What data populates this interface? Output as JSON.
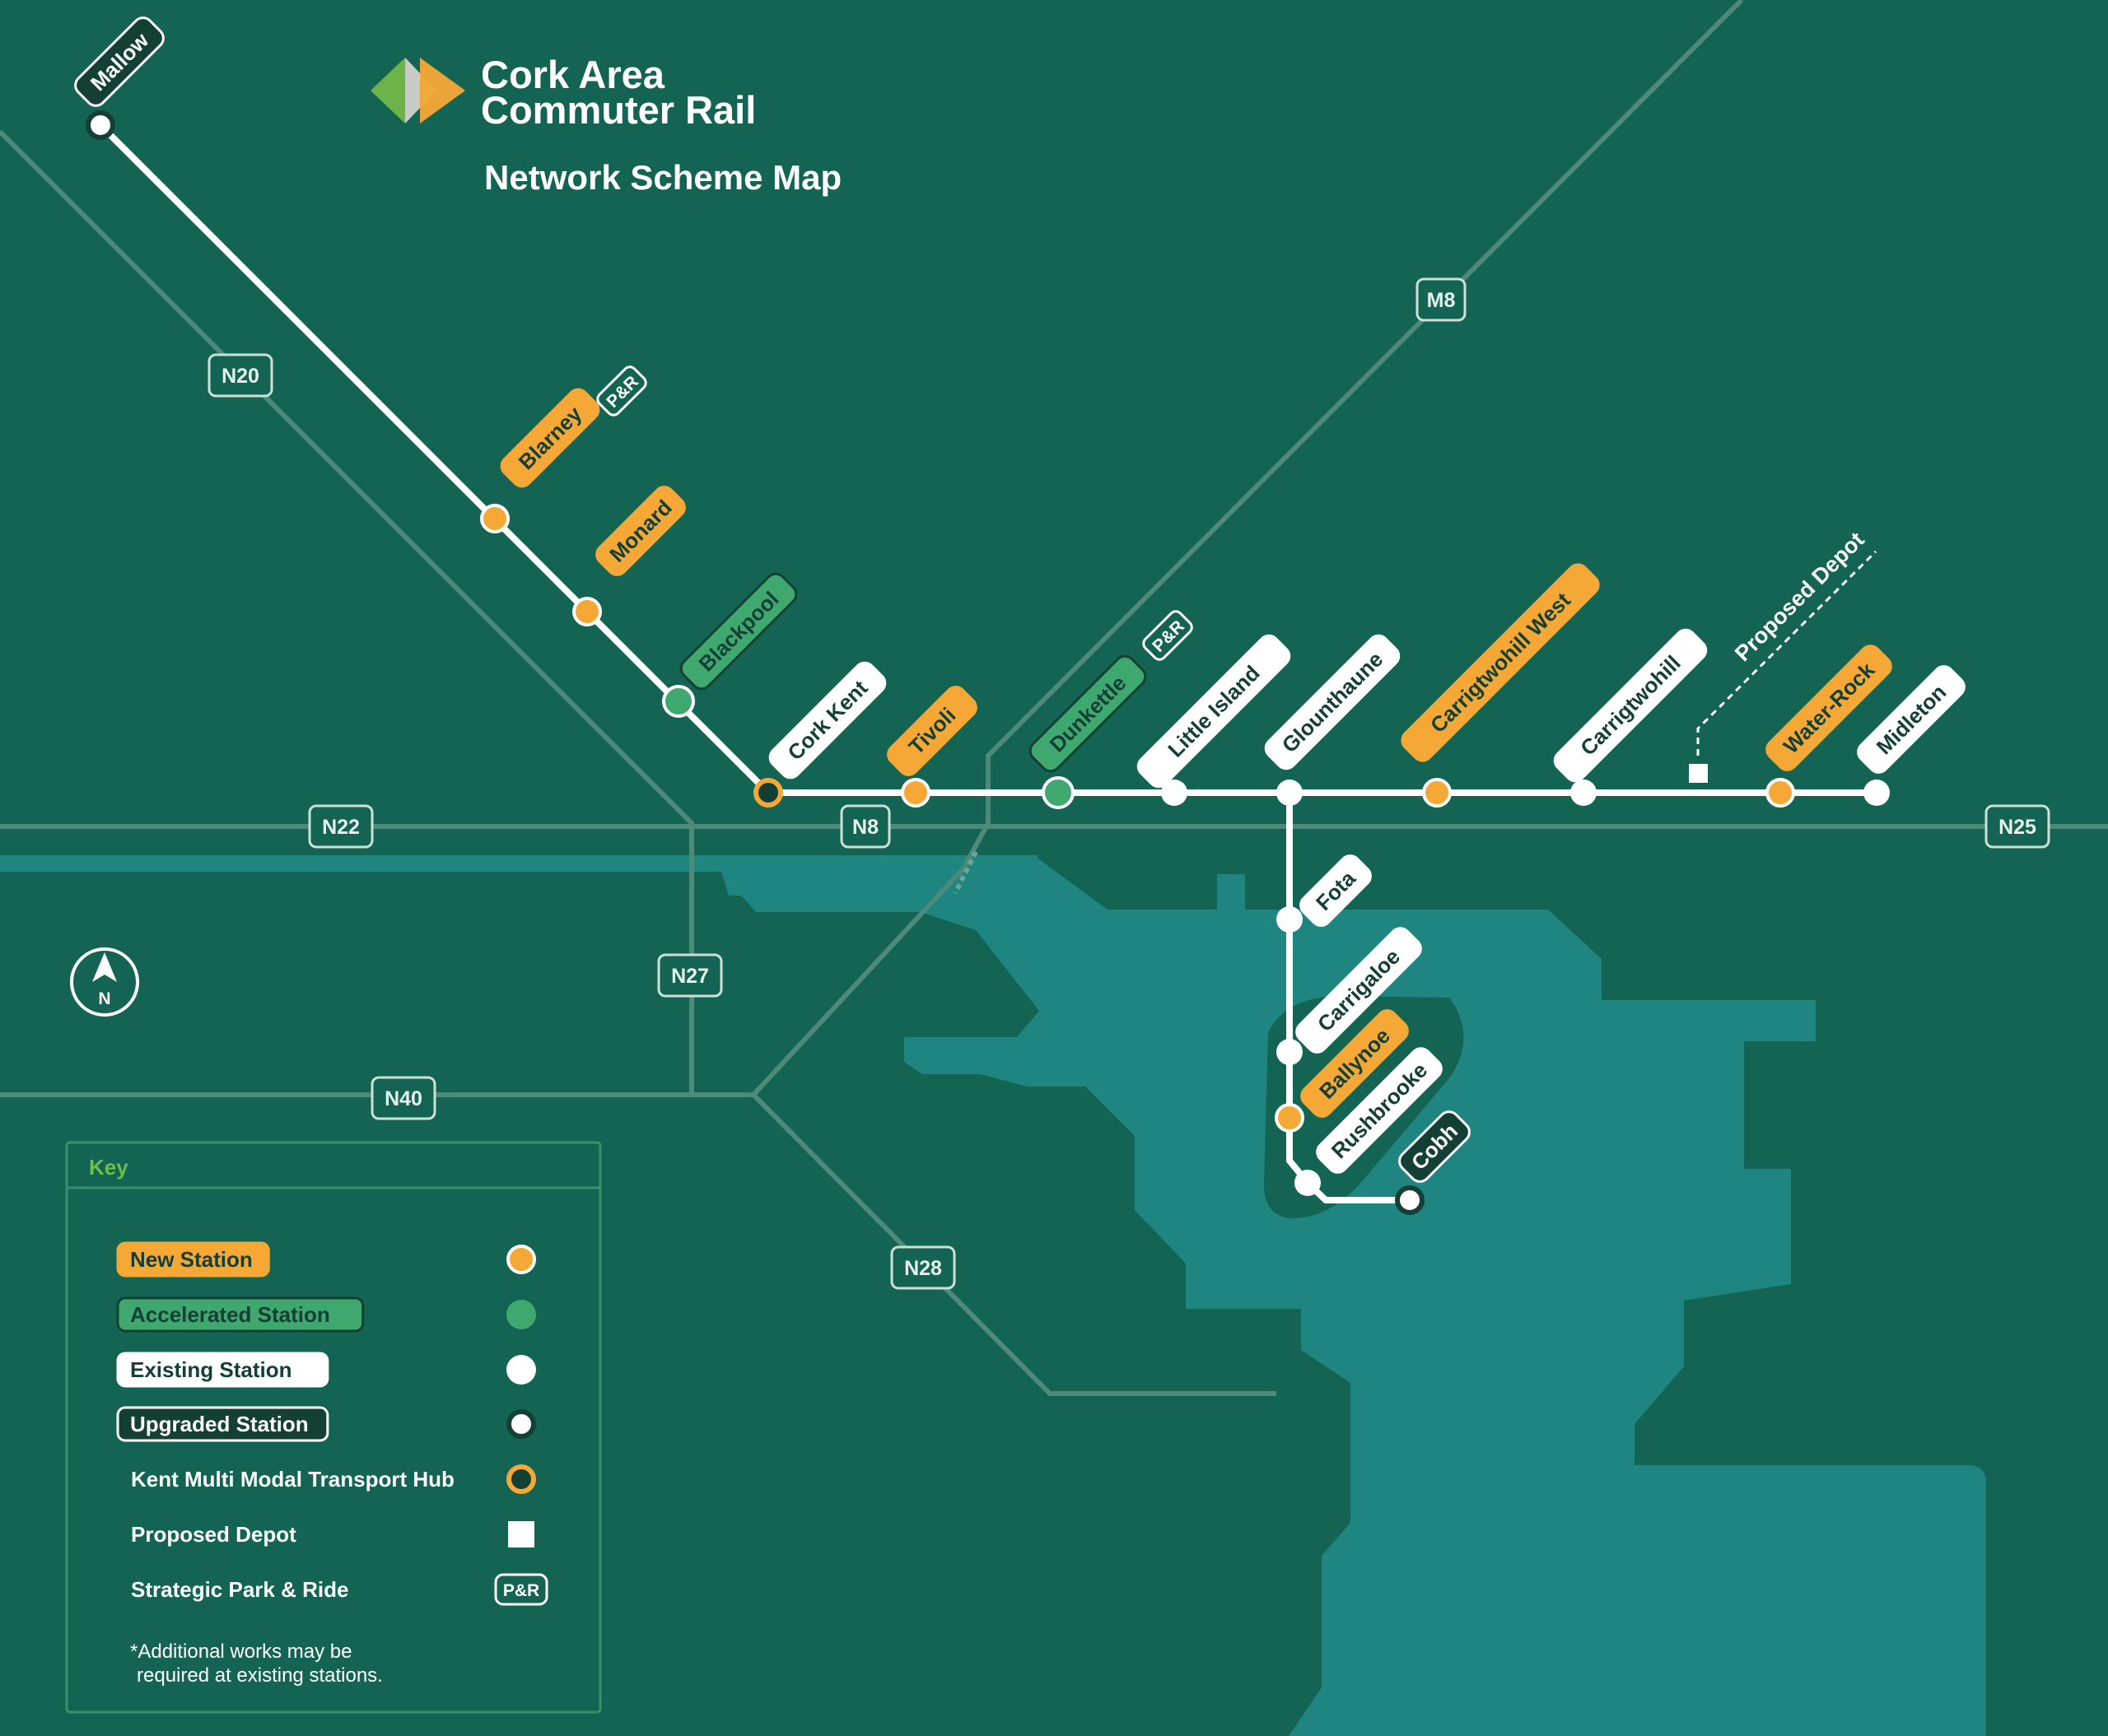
{
  "header": {
    "title_line1": "Cork Area",
    "title_line2": "Commuter Rail",
    "subtitle": "Network Scheme Map"
  },
  "colors": {
    "background": "#136452",
    "water": "#1e8580",
    "road": "#4d8a7a",
    "track": "#ffffff",
    "new_station": "#f5a836",
    "accelerated_station": "#3fa86f",
    "upgraded_station": "#143f35",
    "label_dark": "#143f35"
  },
  "compass": {
    "letter": "N"
  },
  "roads": [
    {
      "id": "N20",
      "label": "N20"
    },
    {
      "id": "M8",
      "label": "M8"
    },
    {
      "id": "N22",
      "label": "N22"
    },
    {
      "id": "N8",
      "label": "N8"
    },
    {
      "id": "N25",
      "label": "N25"
    },
    {
      "id": "N27",
      "label": "N27"
    },
    {
      "id": "N40",
      "label": "N40"
    },
    {
      "id": "N28",
      "label": "N28"
    }
  ],
  "stations": [
    {
      "id": "mallow",
      "name": "Mallow",
      "type": "upgraded"
    },
    {
      "id": "blarney",
      "name": "Blarney",
      "type": "new"
    },
    {
      "id": "monard",
      "name": "Monard",
      "type": "new"
    },
    {
      "id": "blackpool",
      "name": "Blackpool",
      "type": "accelerated"
    },
    {
      "id": "cork-kent",
      "name": "Cork Kent",
      "type": "hub"
    },
    {
      "id": "tivoli",
      "name": "Tivoli",
      "type": "new"
    },
    {
      "id": "dunkettle",
      "name": "Dunkettle",
      "type": "accelerated"
    },
    {
      "id": "little-island",
      "name": "Little Island",
      "type": "existing"
    },
    {
      "id": "glounthaune",
      "name": "Glounthaune",
      "type": "existing"
    },
    {
      "id": "carrigtwohill-west",
      "name": "Carrigtwohill West",
      "type": "new"
    },
    {
      "id": "carrigtwohill",
      "name": "Carrigtwohill",
      "type": "existing"
    },
    {
      "id": "water-rock",
      "name": "Water-Rock",
      "type": "new"
    },
    {
      "id": "midleton",
      "name": "Midleton",
      "type": "existing"
    },
    {
      "id": "fota",
      "name": "Fota",
      "type": "existing"
    },
    {
      "id": "carrigaloe",
      "name": "Carrigaloe",
      "type": "existing"
    },
    {
      "id": "ballynoe",
      "name": "Ballynoe",
      "type": "new"
    },
    {
      "id": "rushbrooke",
      "name": "Rushbrooke",
      "type": "existing"
    },
    {
      "id": "cobh",
      "name": "Cobh",
      "type": "upgraded"
    }
  ],
  "park_and_ride": {
    "label": "P&R",
    "at": [
      "blarney",
      "dunkettle"
    ]
  },
  "depot": {
    "label": "Proposed Depot"
  },
  "legend": {
    "title": "Key",
    "items": [
      {
        "label": "New Station",
        "style": "new"
      },
      {
        "label": "Accelerated Station",
        "style": "accelerated"
      },
      {
        "label": "Existing Station",
        "style": "existing"
      },
      {
        "label": "Upgraded Station",
        "style": "upgraded"
      },
      {
        "label": "Kent Multi Modal Transport Hub",
        "style": "hub"
      },
      {
        "label": "Proposed Depot",
        "style": "depot"
      },
      {
        "label": "Strategic Park & Ride",
        "style": "pr",
        "symbol": "P&R"
      }
    ],
    "note_line1": "*Additional works may be",
    "note_line2": "required at existing stations."
  }
}
